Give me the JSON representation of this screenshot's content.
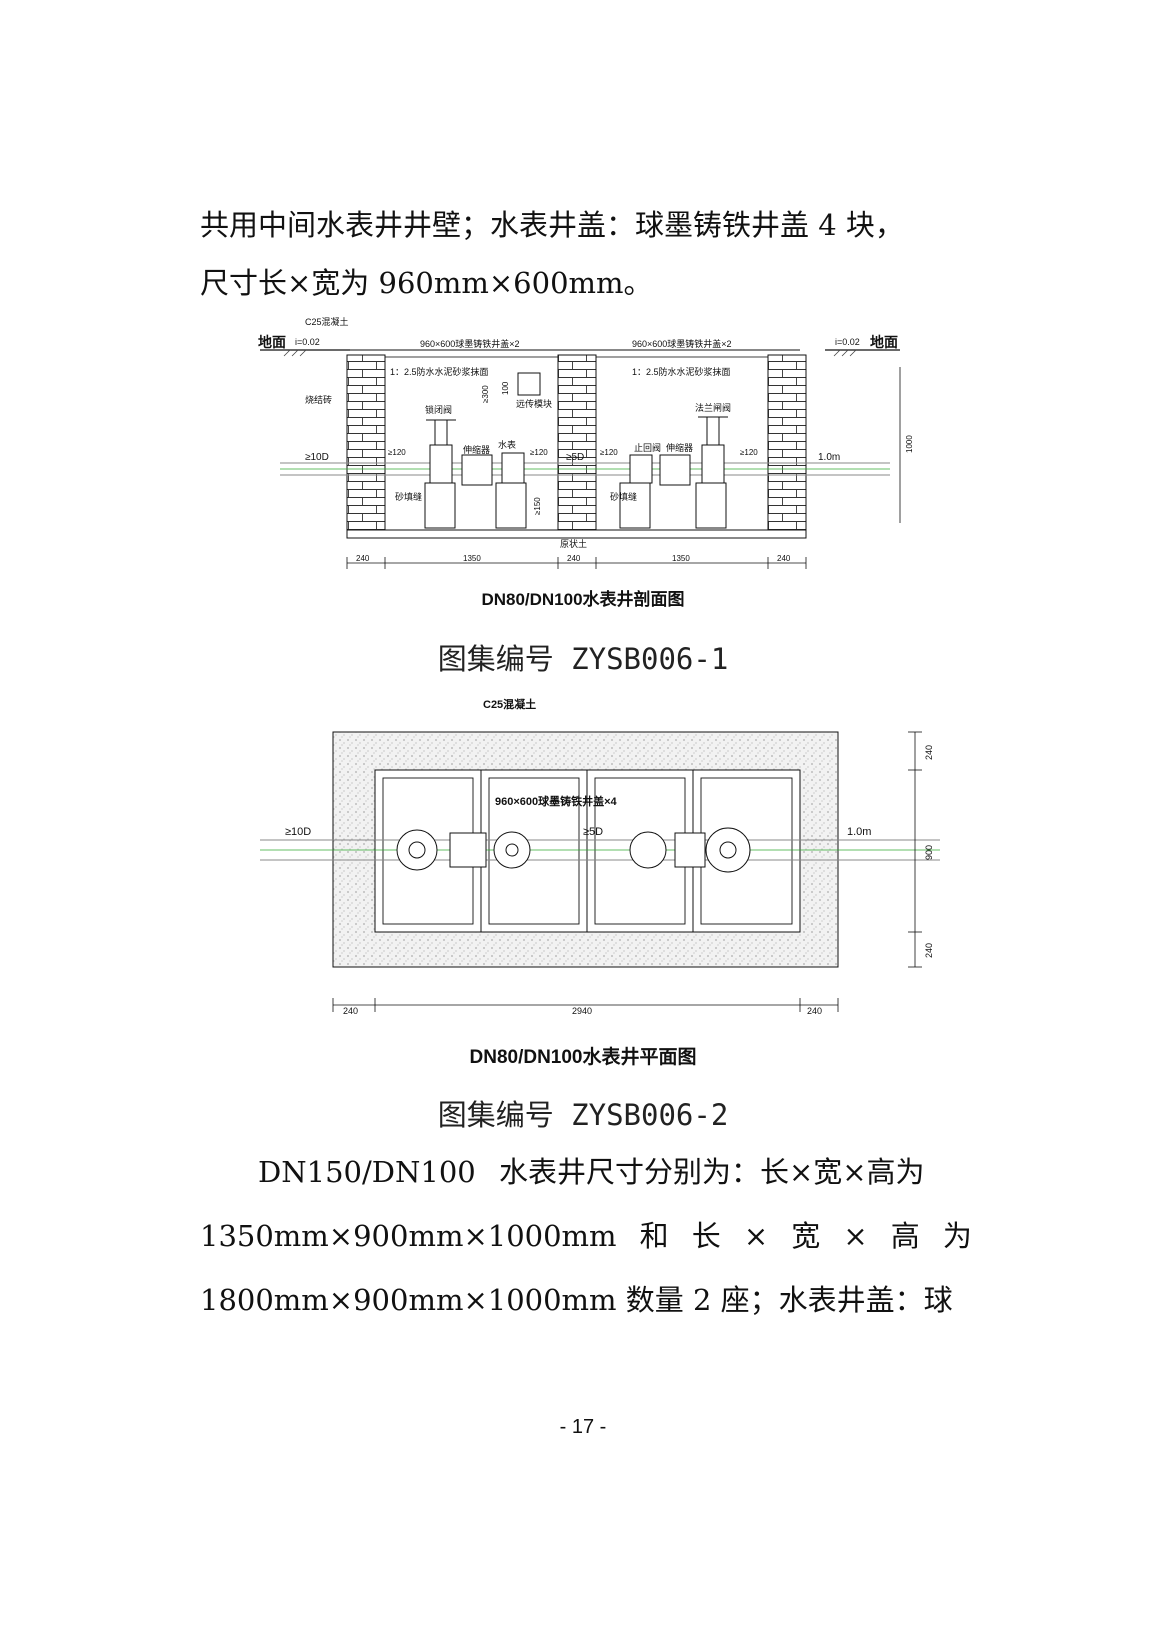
{
  "intro": {
    "line1": "共用中间水表井井壁；水表井盖：球墨铸铁井盖 4 块，",
    "line2": "尺寸长×宽为 960mm×600mm。"
  },
  "section_figure": {
    "labels": {
      "ground_left": "地面",
      "ground_right": "地面",
      "slope_left": "i=0.02",
      "slope_right": "i=0.02",
      "concrete": "C25混凝土",
      "cover_left": "960×600球墨铸铁井盖×2",
      "cover_right": "960×600球墨铸铁井盖×2",
      "plaster_left": "1：2.5防水水泥砂浆抹面",
      "plaster_right": "1：2.5防水水泥砂浆抹面",
      "brick": "烧结砖",
      "valve_left": "锁闭阀",
      "valve_right": "法兰闸阀",
      "remote_module": "远传模块",
      "expander_left": "伸缩器",
      "expander_right": "伸缩器",
      "meter": "水表",
      "check_valve": "止回阀",
      "sand_left": "砂填缝",
      "sand_right": "砂填缝",
      "native_soil": "原状土",
      "ge10d": "≥10D",
      "ge5d": "≥5D",
      "one_m": "1.0m",
      "ge120_a": "≥120",
      "ge120_b": "≥120",
      "ge120_c": "≥120",
      "ge120_d": "≥120",
      "ge300": "≥300",
      "d100": "100",
      "ge150": "≥150",
      "h1000": "1000"
    },
    "dims": [
      "240",
      "1350",
      "240",
      "1350",
      "240"
    ],
    "caption": "DN80/DN100水表井剖面图",
    "atlas": "图集编号 ZYSB006-1"
  },
  "plan_figure": {
    "labels": {
      "concrete": "C25混凝土",
      "covers": "960×600球墨铸铁井盖×4",
      "ge10d": "≥10D",
      "ge5d": "≥5D",
      "one_m": "1.0m"
    },
    "dims_h": [
      "240",
      "2940",
      "240"
    ],
    "dims_v": [
      "240",
      "900",
      "240"
    ],
    "caption": "DN80/DN100水表井平面图",
    "atlas": "图集编号 ZYSB006-2"
  },
  "body": {
    "line1": [
      "DN150/DN100",
      "水表井尺寸分别为：长×宽×高为"
    ],
    "line2": [
      "1350mm×900mm×1000mm",
      "和",
      "长",
      "×",
      "宽",
      "×",
      "高",
      "为"
    ],
    "line3": "1800mm×900mm×1000mm 数量 2 座；水表井盖：球"
  },
  "page_number": "- 17 -"
}
